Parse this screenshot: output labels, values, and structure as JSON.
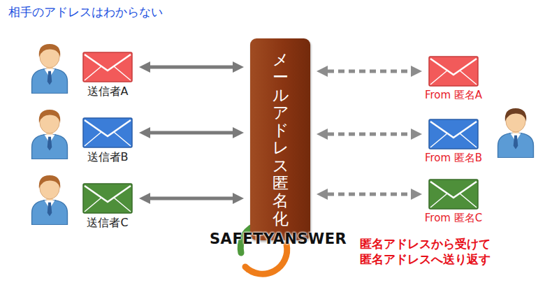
{
  "diagram": {
    "title": "相手のアドレスはわからない",
    "nodes": [
      {
        "text": [
          "送信者A"
        ]
      },
      {
        "text": [
          "送信者B"
        ]
      },
      {
        "text": [
          "送信者C"
        ]
      },
      {
        "text": [
          "メールアドレス匿名化"
        ]
      },
      {
        "text": [
          "From 匿名A"
        ]
      },
      {
        "text": [
          "From 匿名B"
        ]
      },
      {
        "text": [
          "From 匿名C"
        ]
      }
    ],
    "edges": [
      {
        "from": 0,
        "to": 3,
        "arrow": "both"
      },
      {
        "from": 1,
        "to": 3,
        "arrow": "both"
      },
      {
        "from": 2,
        "to": 3,
        "arrow": "both"
      },
      {
        "from": 3,
        "to": 4,
        "arrow": "both"
      },
      {
        "from": 3,
        "to": 5,
        "arrow": "both"
      },
      {
        "from": 3,
        "to": 6,
        "arrow": "both"
      }
    ],
    "labels": [
      "SAFETYANSWER",
      "匿名アドレスから受けて 匿名アドレスへ送り返す"
    ]
  }
}
